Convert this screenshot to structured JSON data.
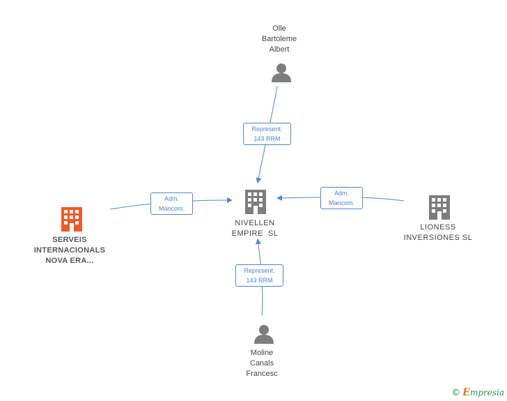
{
  "colors": {
    "edge": "#4a86d8",
    "company": "#7d7d7d",
    "highlight": "#f05a28",
    "person": "#7d7d7d"
  },
  "nodes": {
    "center": {
      "line1": "NIVELLEN",
      "line2": "EMPIRE  SL",
      "icon": "building-icon"
    },
    "left": {
      "line1": "SERVEIS",
      "line2": "INTERNACIONALS",
      "line3": "NOVA ERA...",
      "icon": "building-icon"
    },
    "right": {
      "line1": "LIONESS",
      "line2": "INVERSIONES SL",
      "icon": "building-icon"
    },
    "top": {
      "line1": "Olle",
      "line2": "Bartoleme",
      "line3": "Albert",
      "icon": "person-icon"
    },
    "bottom": {
      "line1": "Moline",
      "line2": "Canals",
      "line3": "Francesc",
      "icon": "person-icon"
    }
  },
  "edges": {
    "top": {
      "line1": "Represent.",
      "line2": "143 RRM"
    },
    "left": {
      "line1": "Adm.",
      "line2": "Mancom."
    },
    "right": {
      "line1": "Adm.",
      "line2": "Mancom."
    },
    "bottom": {
      "line1": "Represent.",
      "line2": "143 RRM"
    }
  },
  "footer": {
    "copyright": "©",
    "brand_initial": "E",
    "brand_rest": "mpresia"
  }
}
